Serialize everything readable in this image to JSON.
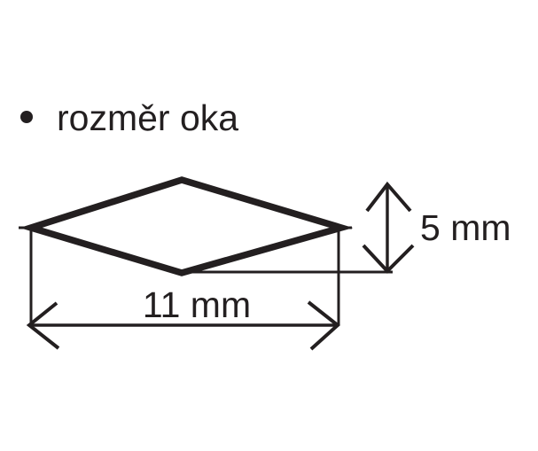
{
  "page": {
    "background_color": "#ffffff",
    "ink_color": "#231f20"
  },
  "header": {
    "bullet_icon": "filled-circle-bullet",
    "label": "rozměr oka"
  },
  "diagram": {
    "type": "technical-dimension-drawing",
    "shape": "rhombus-mesh-opening",
    "dimensions": {
      "height": {
        "label": "5 mm",
        "value": 5,
        "unit": "mm",
        "orientation": "vertical"
      },
      "width": {
        "label": "11 mm",
        "value": 11,
        "unit": "mm",
        "orientation": "horizontal"
      }
    }
  }
}
